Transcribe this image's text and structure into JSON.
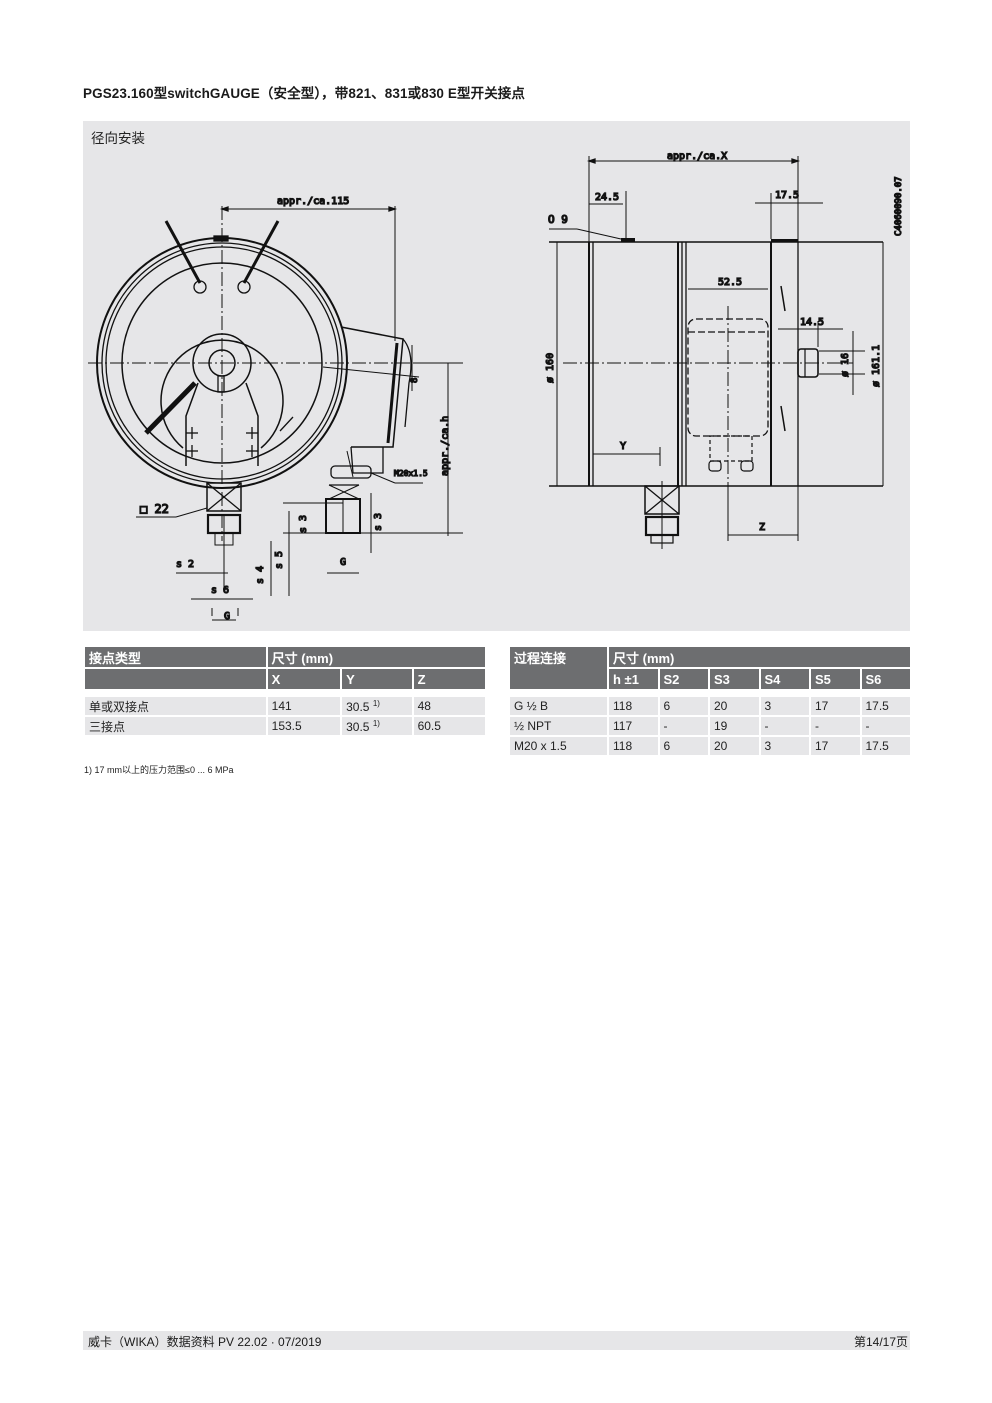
{
  "page": {
    "title": "PGS23.160型switchGAUGE（安全型），带821、831或830 E型开关接点"
  },
  "drawing": {
    "panel_label": "径向安装",
    "drawing_id": "C4060090.07",
    "front_view": {
      "dim_width": "appr./ca.115",
      "dim_height": "appr./ca.h",
      "dim_offset": "8",
      "cable_gland": "M20x1.5",
      "wrench_flat": "□22",
      "labels": [
        "s 2",
        "s 6",
        "s 4",
        "s 5",
        "s 3",
        "G",
        "s 3",
        "G"
      ]
    },
    "side_view": {
      "dim_overall": "appr./ca.X",
      "dim_24_5": "24.5",
      "dim_17_5": "17.5",
      "dim_52_5": "52.5",
      "dim_14_5": "14.5",
      "dia_160": "ø 160",
      "dia_161_1": "ø 161.1",
      "dia_16": "ø 16",
      "hole": "O 9",
      "dim_y": "Y",
      "dim_z": "Z"
    }
  },
  "table_contacts": {
    "header_col1": "接点类型",
    "header_group": "尺寸 (mm)",
    "columns": [
      "X",
      "Y",
      "Z"
    ],
    "rows": [
      {
        "type": "单或双接点",
        "X": "141",
        "Y": "30.5",
        "Y_note": "1)",
        "Z": "48"
      },
      {
        "type": "三接点",
        "X": "153.5",
        "Y": "30.5",
        "Y_note": "1)",
        "Z": "60.5"
      }
    ]
  },
  "table_process": {
    "header_col1": "过程连接",
    "header_group": "尺寸 (mm)",
    "columns": [
      "h ±1",
      "S2",
      "S3",
      "S4",
      "S5",
      "S6"
    ],
    "rows": [
      {
        "conn": "G ½ B",
        "h": "118",
        "S2": "6",
        "S3": "20",
        "S4": "3",
        "S5": "17",
        "S6": "17.5"
      },
      {
        "conn": "½ NPT",
        "h": "117",
        "S2": "-",
        "S3": "19",
        "S4": "-",
        "S5": "-",
        "S6": "-"
      },
      {
        "conn": "M20 x 1.5",
        "h": "118",
        "S2": "6",
        "S3": "20",
        "S4": "3",
        "S5": "17",
        "S6": "17.5"
      }
    ]
  },
  "footnote": "1) 17 mm以上的压力范围≤0 ... 6 MPa",
  "footer": {
    "left": "威卡（WIKA）数据资料 PV 22.02 · 07/2019",
    "right": "第14/17页"
  }
}
